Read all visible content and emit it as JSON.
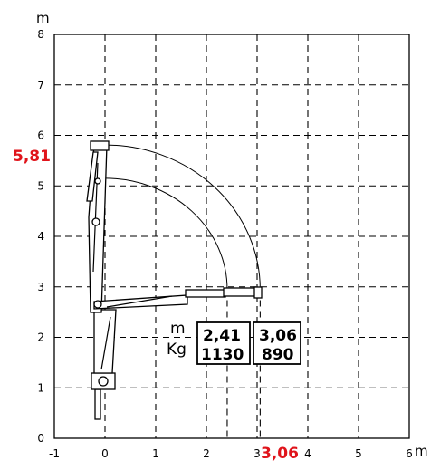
{
  "chart_data": {
    "type": "diagram",
    "xlim": [
      -1,
      6
    ],
    "ylim": [
      0,
      8
    ],
    "x_ticks": [
      "-1",
      "0",
      "1",
      "2",
      "3",
      "4",
      "5",
      "6"
    ],
    "y_ticks": [
      "0",
      "1",
      "2",
      "3",
      "4",
      "5",
      "6",
      "7",
      "8"
    ],
    "x_unit": "m",
    "y_unit": "m",
    "grid": true,
    "max_height": {
      "value": 5.81,
      "label": "5,81"
    },
    "max_reach": {
      "value": 3.06,
      "label": "3,06"
    },
    "arcs": [
      {
        "reach": 2.41,
        "height": 5.15
      },
      {
        "reach": 3.06,
        "height": 5.81
      }
    ],
    "load_table": {
      "row_labels": [
        "m",
        "Kg"
      ],
      "columns": [
        {
          "reach": "2,41",
          "load": "1130"
        },
        {
          "reach": "3,06",
          "load": "890"
        }
      ]
    },
    "colors": {
      "highlight": "#e0141b",
      "ink": "#000000"
    }
  }
}
